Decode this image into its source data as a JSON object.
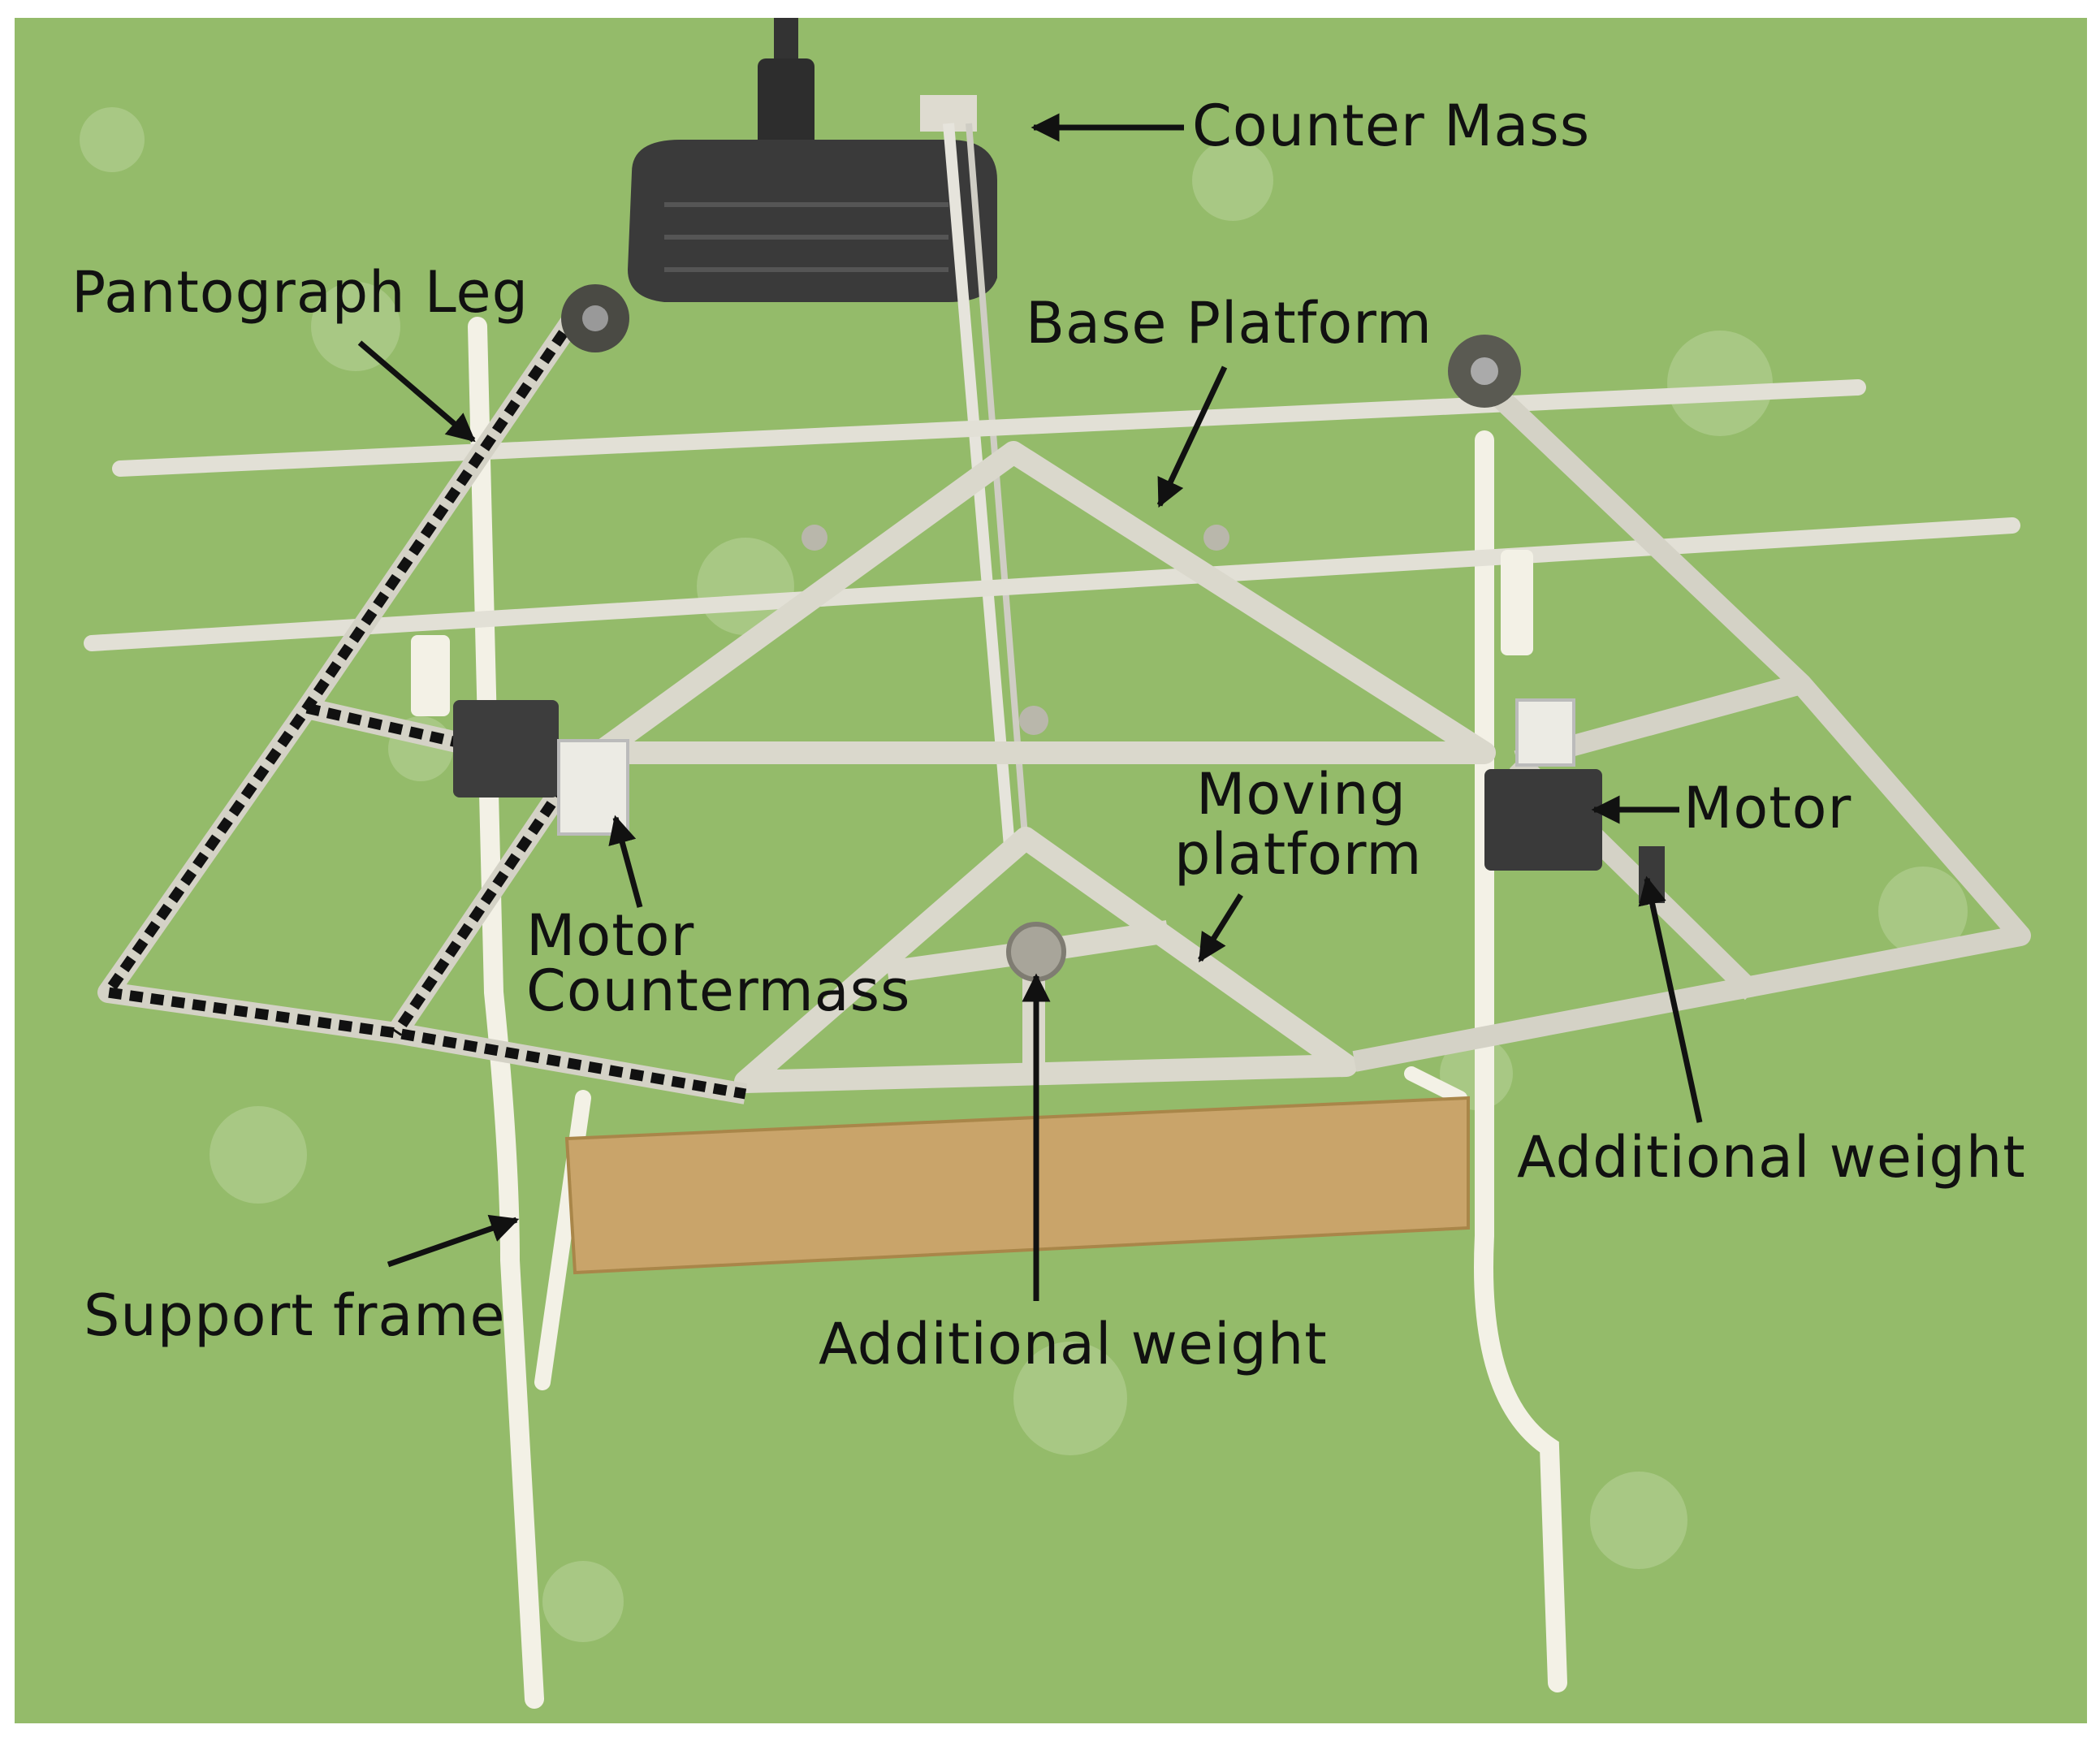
{
  "figure": {
    "labels": {
      "counter_mass": "Counter Mass",
      "pantograph_leg": "Pantograph Leg",
      "base_platform": "Base Platform",
      "moving_platform_line1": "Moving",
      "moving_platform_line2": "platform",
      "motor_right": "Motor",
      "motor_countermass_line1": "Motor",
      "motor_countermass_line2": "Countermass",
      "additional_weight_right": "Additional weight",
      "additional_weight_center": "Additional weight",
      "support_frame": "Support frame"
    },
    "colors": {
      "background_turf": "#7aa84a",
      "turf_light": "#a9c884",
      "aluminium": "#d9d9cf",
      "frame_white": "#f2f0e4",
      "board_wood": "#c9a46a",
      "motor_dark": "#3a3a3a",
      "annotation": "#111111"
    }
  }
}
